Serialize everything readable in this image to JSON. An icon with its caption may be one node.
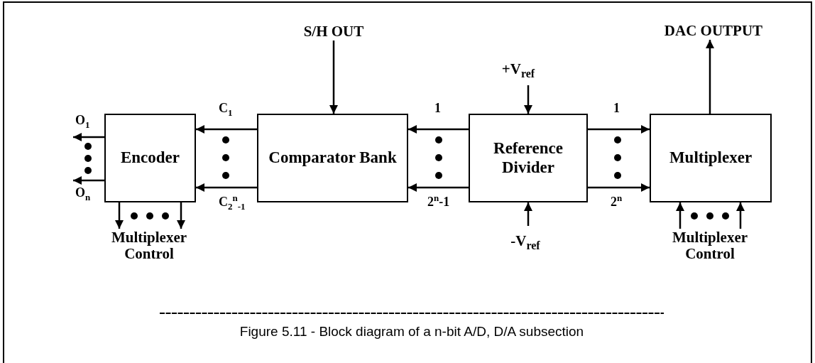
{
  "diagram": {
    "caption": "Figure 5.11 - Block diagram of a n-bit A/D, D/A subsection",
    "nodes": [
      {
        "text": [
          "S/H OUT"
        ]
      },
      {
        "text": [
          "+V$_{ref}$"
        ]
      },
      {
        "text": [
          "DAC OUTPUT"
        ]
      },
      {
        "text": [
          "Encoder"
        ]
      },
      {
        "text": [
          "Comparator Bank"
        ]
      },
      {
        "text": [
          "Reference Divider"
        ]
      },
      {
        "text": [
          "Multiplexer"
        ]
      },
      {
        "text": [
          "-V$_{ref}$"
        ]
      },
      {
        "text": [
          "Multiplexer Control"
        ]
      },
      {
        "text": [
          "Multiplexer Control"
        ]
      }
    ],
    "edges": [
      {
        "from": 0,
        "to": 4,
        "arrow": "to"
      },
      {
        "from": 1,
        "to": 5,
        "arrow": "to"
      },
      {
        "from": 6,
        "to": 2,
        "arrow": "to"
      },
      {
        "from": 4,
        "to": 3,
        "arrow": "to",
        "label": "C$_{1}$"
      },
      {
        "from": 4,
        "to": 3,
        "arrow": "to",
        "label": "C$_{2}$$^{n}$$_{-1}$"
      },
      {
        "from": 5,
        "to": 4,
        "arrow": "to",
        "label": "1"
      },
      {
        "from": 5,
        "to": 4,
        "arrow": "to",
        "label": "2$^{n}$-1"
      },
      {
        "from": 5,
        "to": 6,
        "arrow": "to",
        "label": "1"
      },
      {
        "from": 5,
        "to": 6,
        "arrow": "to",
        "label": "2$^{n}$"
      },
      {
        "from": 3,
        "to": null,
        "arrow": "to",
        "label": "O$_{1}$"
      },
      {
        "from": 3,
        "to": null,
        "arrow": "to",
        "label": "O$_{n}$"
      },
      {
        "from": 7,
        "to": 5,
        "arrow": "to"
      },
      {
        "from": 3,
        "to": 8,
        "arrow": "to"
      },
      {
        "from": 3,
        "to": 8,
        "arrow": "to"
      },
      {
        "from": 9,
        "to": 6,
        "arrow": "to"
      },
      {
        "from": 9,
        "to": 6,
        "arrow": "to"
      }
    ]
  }
}
